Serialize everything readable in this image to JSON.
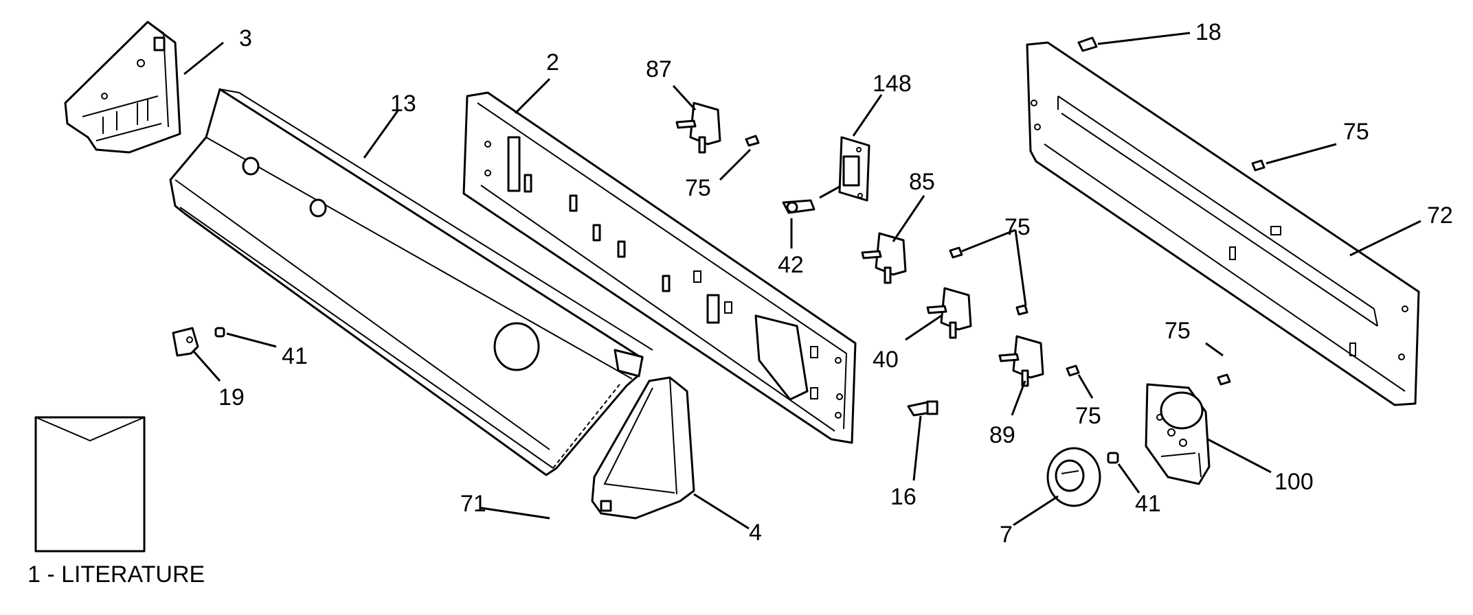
{
  "diagram": {
    "literature_caption": "1 - LITERATURE",
    "callouts": {
      "p3": "3",
      "p13": "13",
      "p2": "2",
      "p87": "87",
      "p75_a": "75",
      "p148": "148",
      "p42": "42",
      "p85": "85",
      "p18": "18",
      "p75_b": "75",
      "p72": "72",
      "p75_c": "75",
      "p40": "40",
      "p41_a": "41",
      "p19": "19",
      "p89": "89",
      "p75_d": "75",
      "p75_e": "75",
      "p16": "16",
      "p100": "100",
      "p71": "71",
      "p4": "4",
      "p7": "7",
      "p41_b": "41"
    }
  }
}
